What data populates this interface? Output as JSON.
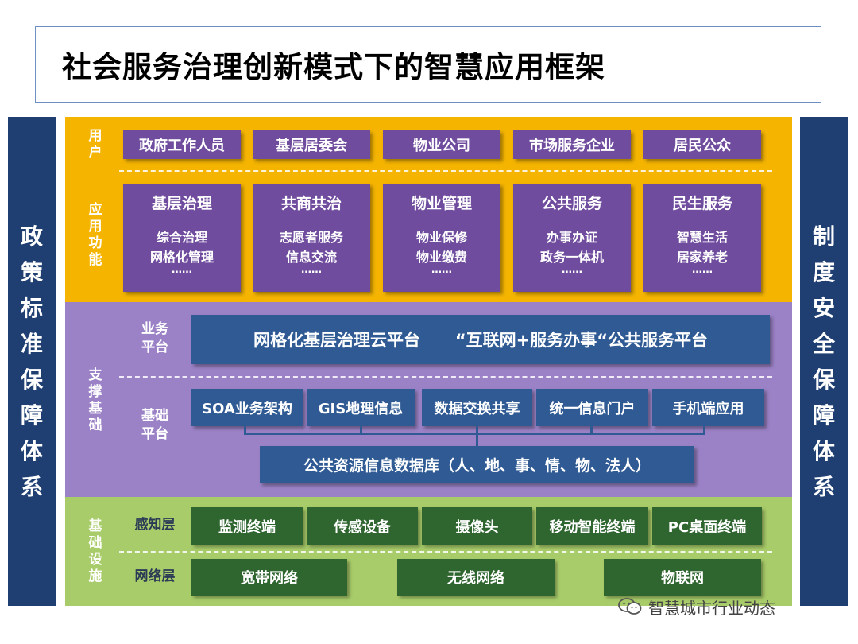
{
  "title": "社会服务治理创新模式下的智慧应用框架",
  "left_side": [
    "政",
    "策",
    "标",
    "准",
    "保",
    "障",
    "体",
    "系"
  ],
  "right_side": [
    "制",
    "度",
    "安",
    "全",
    "保",
    "障",
    "体",
    "系"
  ],
  "layers": {
    "users": {
      "label": [
        "用",
        "户"
      ],
      "items": [
        "政府工作人员",
        "基层居委会",
        "物业公司",
        "市场服务企业",
        "居民公众"
      ]
    },
    "functions": {
      "label": [
        "应",
        "用",
        "功",
        "能"
      ],
      "groups": [
        {
          "title": "基层治理",
          "lines": [
            "综合治理",
            "网格化管理",
            "……"
          ]
        },
        {
          "title": "共商共治",
          "lines": [
            "志愿者服务",
            "信息交流",
            "……"
          ]
        },
        {
          "title": "物业管理",
          "lines": [
            "物业保修",
            "物业缴费",
            "……"
          ]
        },
        {
          "title": "公共服务",
          "lines": [
            "办事办证",
            "政务一体机",
            "……"
          ]
        },
        {
          "title": "民生服务",
          "lines": [
            "智慧生活",
            "居家养老",
            "……"
          ]
        }
      ]
    },
    "support": {
      "label": [
        "支",
        "撑",
        "基",
        "础"
      ],
      "business_label": [
        "业务",
        "平台"
      ],
      "business_text": "网格化基层治理云平台      “互联网+服务办事“公共服务平台",
      "base_label": [
        "基础",
        "平台"
      ],
      "base_items": [
        "SOA业务架构",
        "GIS地理信息",
        "数据交换共享",
        "统一信息门户",
        "手机端应用"
      ],
      "database": "公共资源信息数据库（人、地、事、情、物、法人）"
    },
    "infra": {
      "label": [
        "基",
        "础",
        "设",
        "施"
      ],
      "sensing_label": "感知层",
      "sensing_items": [
        "监测终端",
        "传感设备",
        "摄像头",
        "移动智能终端",
        "PC桌面终端"
      ],
      "network_label": "网络层",
      "network_items": [
        "宽带网络",
        "无线网络",
        "物联网"
      ]
    }
  },
  "watermark": "智慧城市行业动态",
  "colors": {
    "side": "#1f3f73",
    "yellow": "#f4b400",
    "purple_band": "#9b82c6",
    "purple_box": "#6f4c9e",
    "blue_box": "#2f5a94",
    "green_band": "#a9cc6a",
    "green_box": "#2f6630"
  }
}
